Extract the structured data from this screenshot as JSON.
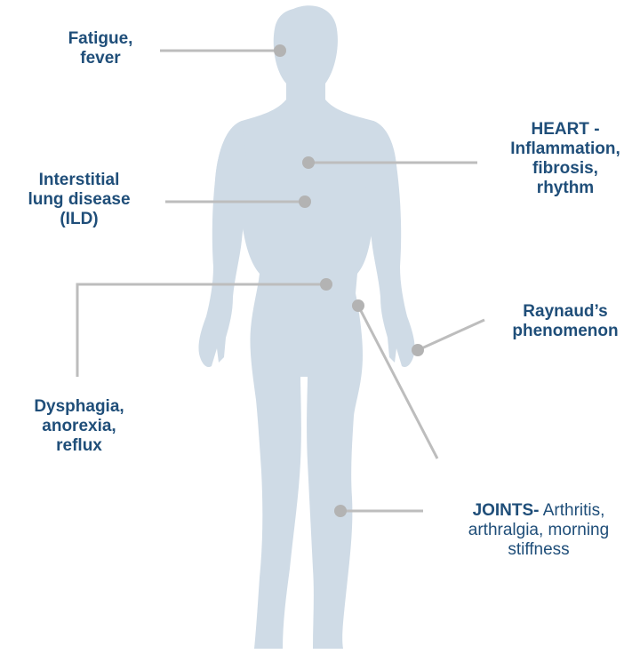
{
  "colors": {
    "body_fill": "#cfdbe6",
    "leader_line": "#bdbdbd",
    "dot": "#b3b3b3",
    "label_text": "#1f4e79"
  },
  "labels": {
    "fatigue": [
      "Fatigue,",
      "fever"
    ],
    "ild": [
      "Interstitial",
      "lung disease",
      "(ILD)"
    ],
    "heart": [
      "HEART -",
      "Inflammation,",
      "fibrosis,",
      "rhythm"
    ],
    "raynaud": [
      "Raynaud’s",
      "phenomenon"
    ],
    "dysphagia": [
      "Dysphagia,",
      "anorexia,",
      "reflux"
    ],
    "joints": {
      "bold": "JOINTS-",
      "rest_line1": " Arthritis,",
      "line2": "arthralgia, morning",
      "line3": "stiffness"
    }
  }
}
